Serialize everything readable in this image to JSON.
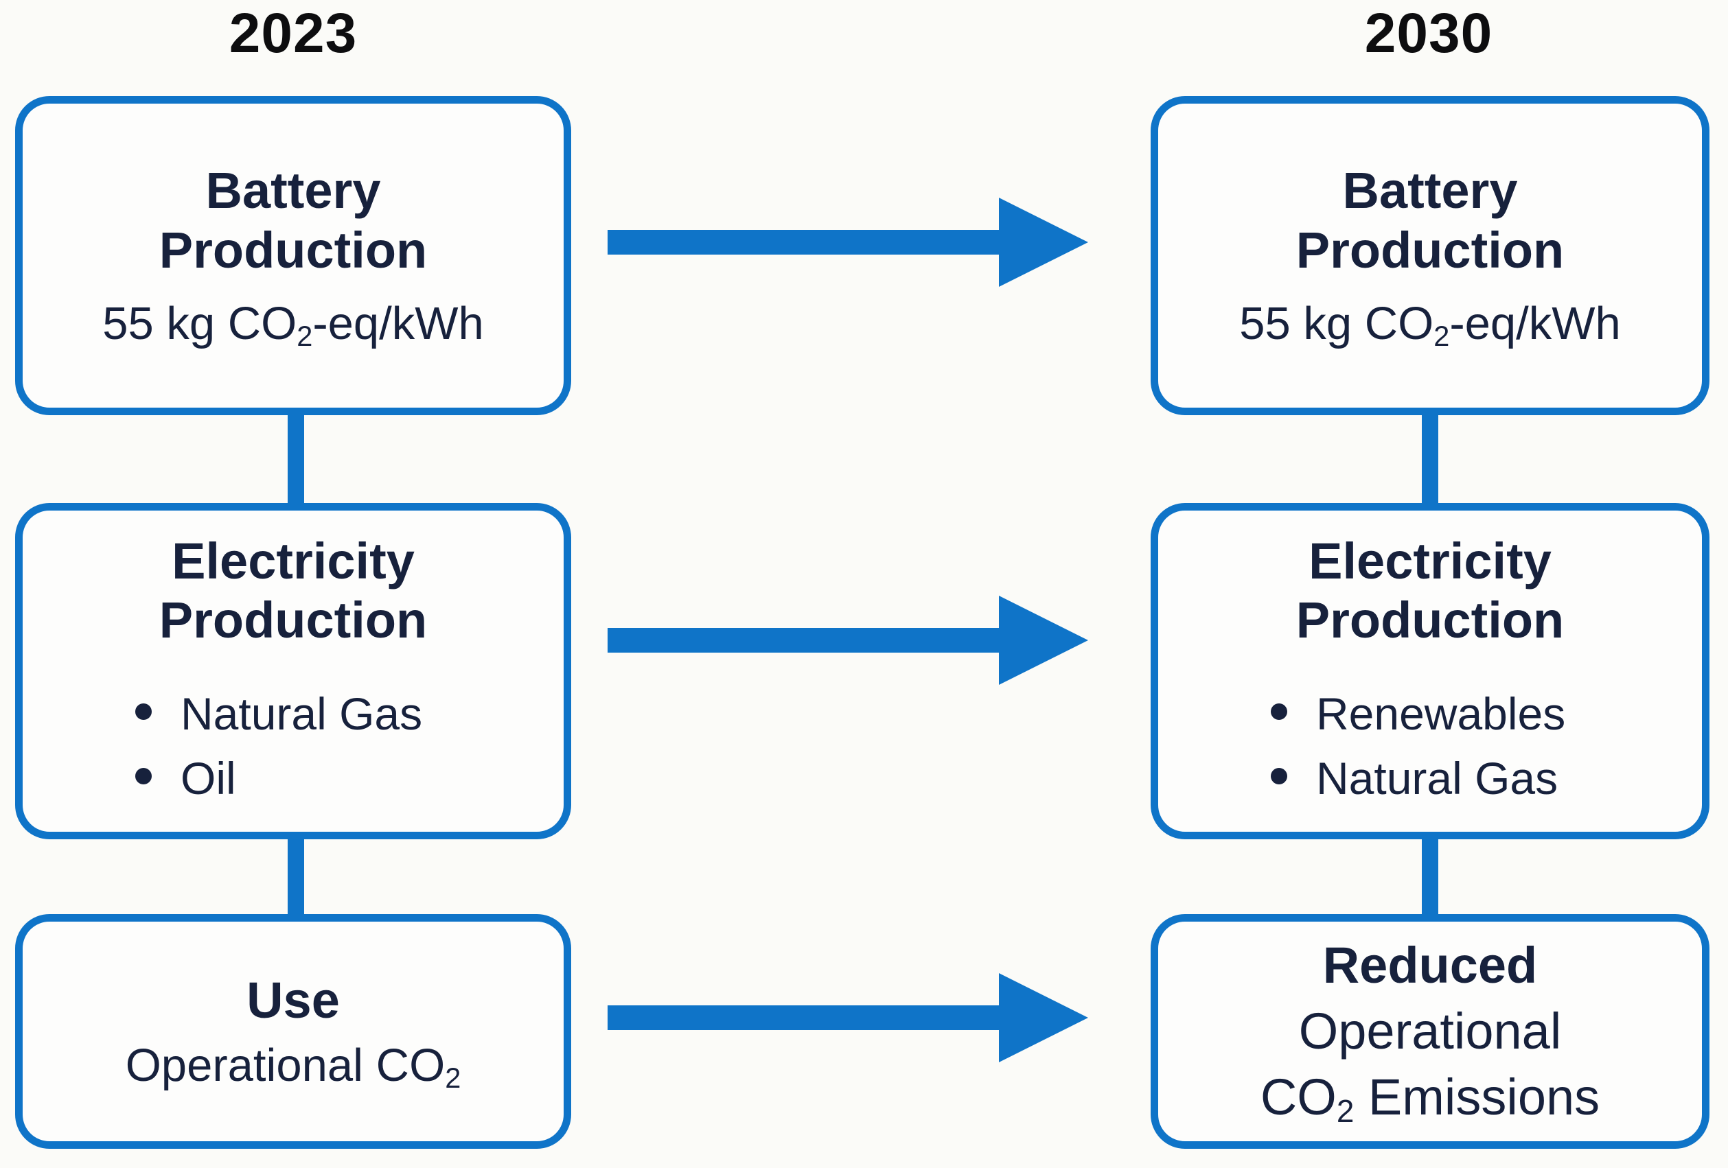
{
  "columns": [
    {
      "year": "2023",
      "boxes": {
        "battery": {
          "title_line1": "Battery",
          "title_line2": "Production",
          "value_pre": "55 kg CO",
          "value_sub": "2",
          "value_post": "-eq/kWh"
        },
        "electricity": {
          "title_line1": "Electricity",
          "title_line2": "Production",
          "bullets": [
            "Natural Gas",
            "Oil"
          ]
        },
        "use": {
          "title": "Use",
          "line_pre": "Operational CO",
          "line_sub": "2",
          "line_post": ""
        }
      }
    },
    {
      "year": "2030",
      "boxes": {
        "battery": {
          "title_line1": "Battery",
          "title_line2": "Production",
          "value_pre": "55 kg CO",
          "value_sub": "2",
          "value_post": "-eq/kWh"
        },
        "electricity": {
          "title_line1": "Electricity",
          "title_line2": "Production",
          "bullets": [
            "Renewables",
            "Natural Gas"
          ]
        },
        "outcome": {
          "title": "Reduced",
          "line1": "Operational",
          "line2_pre": "CO",
          "line2_sub": "2",
          "line2_post": " Emissions"
        }
      }
    }
  ],
  "colors": {
    "accent_blue": "#0F74C8",
    "text_navy": "#17213C",
    "title_black": "#0D0D0F",
    "background": "#FBFBF8"
  }
}
